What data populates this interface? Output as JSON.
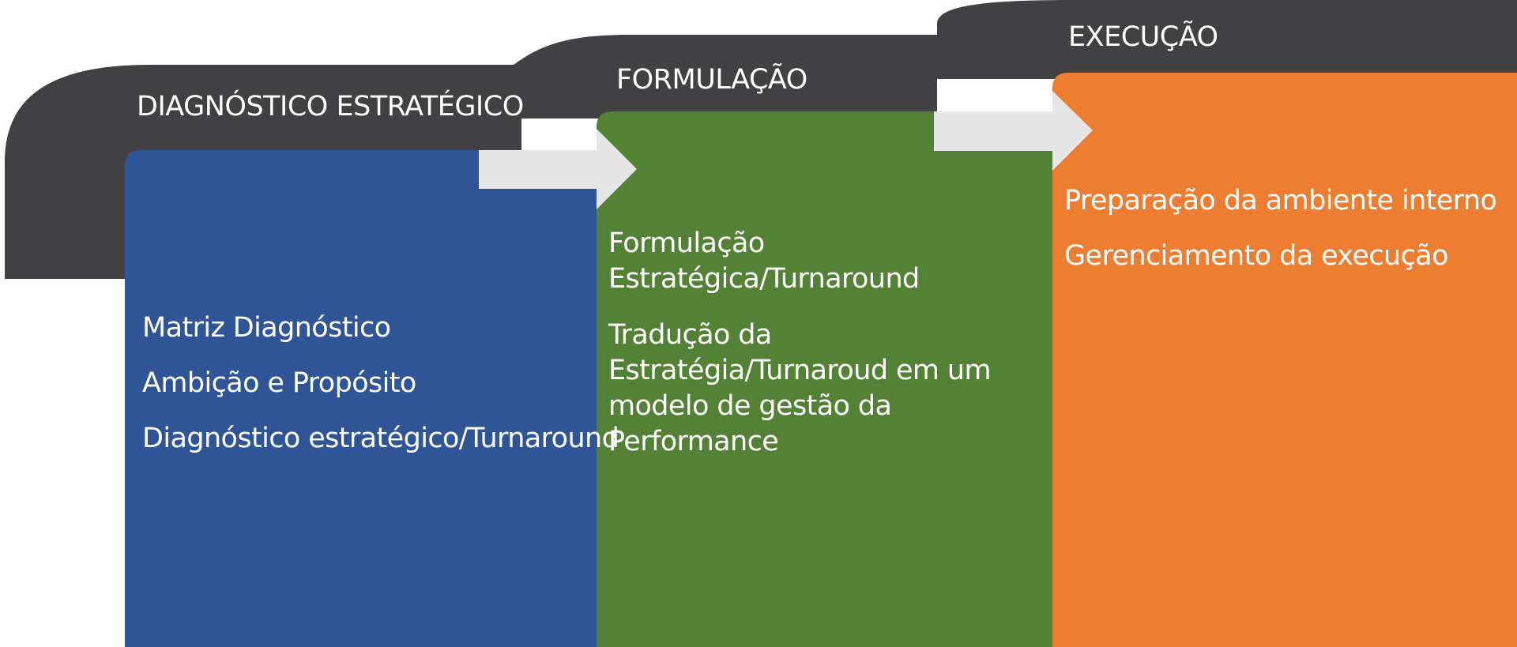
{
  "colors": {
    "dark_band": "#414042",
    "diagnostico": "#2F5597",
    "formulacao": "#538135",
    "execucao": "#ED7D31",
    "arrow": "#E6E6E6",
    "text": "#FFFFFF"
  },
  "stages": [
    {
      "title": "DIAGNÓSTICO ESTRATÉGICO",
      "items": [
        "Matriz Diagnóstico",
        "Ambição e Propósito",
        "Diagnóstico estratégico/Turnaround"
      ]
    },
    {
      "title": "FORMULAÇÃO",
      "items": [
        "Formulação Estratégica/Turnaround",
        "Tradução da Estratégia/Turnaroud em um modelo de gestão da Performance"
      ]
    },
    {
      "title": "EXECUÇÃO",
      "items": [
        "Preparação da ambiente interno",
        "Gerenciamento da execução"
      ]
    }
  ]
}
